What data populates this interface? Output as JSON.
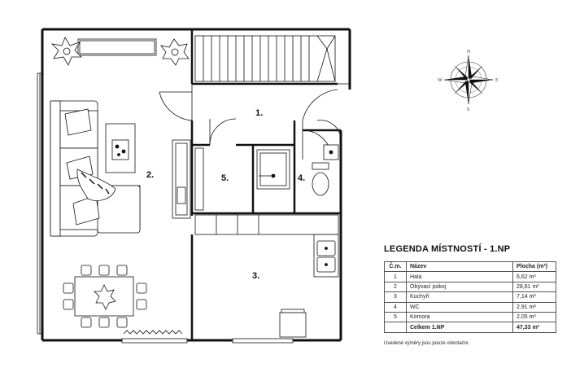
{
  "compass": {
    "north": "N",
    "south": "S",
    "east": "E",
    "west": "W"
  },
  "rooms": [
    {
      "id": "1",
      "label": "1."
    },
    {
      "id": "2",
      "label": "2."
    },
    {
      "id": "3",
      "label": "3."
    },
    {
      "id": "4",
      "label": "4."
    },
    {
      "id": "5",
      "label": "5."
    }
  ],
  "legend": {
    "title": "LEGENDA MÍSTNOSTÍ - 1.NP",
    "headers": {
      "num": "Č.m.",
      "name": "Název",
      "area": "Plocha (m²)"
    },
    "rows": [
      {
        "num": "1",
        "name": "Hala",
        "area": "6,62 m²"
      },
      {
        "num": "2",
        "name": "Obývací pokoj",
        "area": "28,61 m²"
      },
      {
        "num": "3",
        "name": "Kuchyň",
        "area": "7,14 m²"
      },
      {
        "num": "4",
        "name": "WC",
        "area": "2,91 m²"
      },
      {
        "num": "5",
        "name": "Komora",
        "area": "2,05 m²"
      }
    ],
    "total": {
      "num": "",
      "name": "Celkem 1.NP",
      "area": "47,33 m²"
    },
    "note": "Uvedené výměry jsou pouze orientační."
  }
}
